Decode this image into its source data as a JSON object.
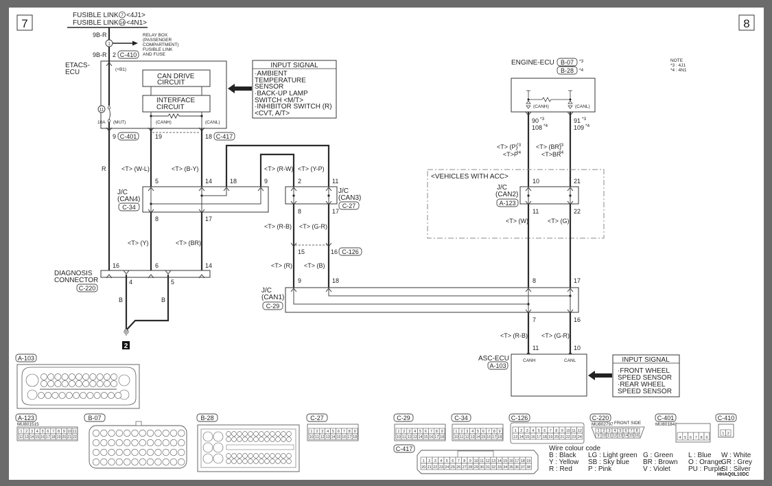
{
  "page": {
    "left_page_number": "7",
    "right_page_number": "8",
    "drawing_code": "HHAQ0L10DC"
  },
  "fusible_link": {
    "line1": "FUSIBLE LINK",
    "line1_num": "7",
    "line1_variant": "<4J1>",
    "line2": "FUSIBLE LINK",
    "line2_num": "14",
    "line2_variant": "<4N1>",
    "wire1": "9B-R",
    "wire2": "9B-R",
    "relay_num": "1",
    "relay_label": [
      "RELAY BOX",
      "(PASSENGER",
      "COMPARTMENT)",
      "FUSIBLE LINK",
      "AND FUSE"
    ],
    "pin": "2",
    "connector": "C-410"
  },
  "etacs": {
    "name_line1": "ETACS-",
    "name_line2": "ECU",
    "b1": "(+B1)",
    "can_drive": [
      "CAN DRIVE",
      "CIRCUIT"
    ],
    "interface": [
      "INTERFACE",
      "CIRCUIT"
    ],
    "fuse_num": "11",
    "fuse_rating": "10A",
    "mut": "(MUT)",
    "canh": "(CANH)",
    "canl": "(CANL)",
    "pin_mut": "9",
    "conn_mut": "C-401",
    "pin_canh": "19",
    "pin_canl": "18",
    "conn_can": "C-417"
  },
  "input_signal_etacs": {
    "title": "INPUT SIGNAL",
    "lines": [
      "·AMBIENT",
      " TEMPERATURE",
      " SENSOR",
      "·BACK-UP LAMP",
      " SWITCH <M/T>",
      "·INHIBITOR SWITCH (R)",
      " <CVT, A/T>"
    ]
  },
  "wires": {
    "r": "R",
    "wl": "<T> (W-L)",
    "by": "<T> (B-Y)",
    "rw": "<T> (R-W)",
    "yp": "<T> (Y-P)",
    "y": "<T> (Y)",
    "br": "<T> (BR)",
    "rb1": "<T> (R-B)",
    "gr1": "<T> (G-R)",
    "r2": "<T> (R)",
    "b2": "<T> (B)",
    "p3": "<T> (P)",
    "p4": "<T>P",
    "br3": "<T> (BR)",
    "br4": "<T>BR",
    "star3": "*3",
    "star4": "*4",
    "w": "<T> (W)",
    "g": "<T> (G)",
    "rb2": "<T> (R-B)",
    "gr2": "<T> (G-R)",
    "ground_b1": "B",
    "ground_b2": "B"
  },
  "jc_can4": {
    "name": [
      "J/C",
      "(CAN4)"
    ],
    "connector": "C-34",
    "pins": {
      "p5": "5",
      "p14": "14",
      "p18": "18",
      "p9": "9",
      "p8": "8",
      "p17": "17"
    }
  },
  "jc_can3": {
    "name": [
      "J/C",
      "(CAN3)"
    ],
    "connector": "C-27",
    "pins": {
      "p2": "2",
      "p11": "11",
      "p8": "8",
      "p17": "17"
    }
  },
  "c126": {
    "pin15": "15",
    "pin16": "16",
    "connector": "C-126"
  },
  "jc_can1": {
    "name": [
      "J/C",
      "(CAN1)"
    ],
    "connector": "C-29",
    "pins": {
      "p9": "9",
      "p18": "18",
      "p8": "8",
      "p17": "17",
      "p7": "7",
      "p16": "16"
    }
  },
  "diagnosis": {
    "name": [
      "DIAGNOSIS",
      "CONNECTOR"
    ],
    "connector": "C-220",
    "pins": {
      "p16": "16",
      "p6": "6",
      "p14": "14",
      "p4": "4",
      "p5": "5"
    },
    "ground_num": "2"
  },
  "engine_ecu": {
    "name": "ENGINE-ECU",
    "conn1": "B-07",
    "conn1_star": "*3",
    "conn2": "B-28",
    "conn2_star": "*4",
    "canh": "(CANH)",
    "canl": "(CANL)",
    "pin_h3": "90",
    "pin_h4": "108",
    "pin_l3": "91",
    "pin_l4": "109"
  },
  "note": {
    "title": "NOTE",
    "line1": "*3 : 4J1",
    "line2": "*4 : 4N1"
  },
  "acc": {
    "label": "<VEHICLES WITH ACC>",
    "jc_name": [
      "J/C",
      "(CAN2)"
    ],
    "connector": "A-123",
    "pins": {
      "p10": "10",
      "p21": "21",
      "p11": "11",
      "p22": "22"
    }
  },
  "asc_ecu": {
    "name": "ASC-ECU",
    "connector": "A-103",
    "canh": "CANH",
    "canl": "CANL",
    "pin11": "11",
    "pin10": "10"
  },
  "input_signal_asc": {
    "title": "INPUT SIGNAL",
    "lines": [
      "·FRONT WHEEL",
      " SPEED SENSOR",
      "·REAR WHEEL",
      " SPEED SENSOR"
    ]
  },
  "connector_views": {
    "a103": "A-103",
    "a123": "A-123",
    "a123_part": "MU801515",
    "b07": "B-07",
    "b28": "B-28",
    "c27": "C-27",
    "c29": "C-29",
    "c34": "C-34",
    "c126": "C-126",
    "c417": "C-417",
    "c220": "C-220",
    "c220_part": "MU802797",
    "c220_side": "FRONT SIDE",
    "c401": "C-401",
    "c401_part": "MU801841",
    "c410": "C-410"
  },
  "wire_colour_code": {
    "title": "Wire colour code",
    "rows": [
      [
        "B : Black",
        "LG : Light green",
        "G : Green",
        "L : Blue",
        "W : White"
      ],
      [
        "Y : Yellow",
        "SB : Sky blue",
        "BR : Brown",
        "O : Orange",
        "GR : Grey"
      ],
      [
        "R : Red",
        "P : Pink",
        "V : Violet",
        "PU : Purple",
        "SI : Silver"
      ]
    ]
  }
}
